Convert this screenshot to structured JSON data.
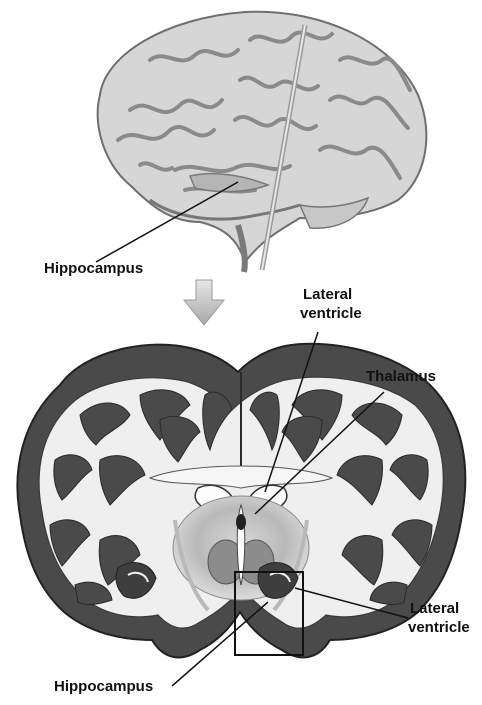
{
  "labels": {
    "hippocampus_top": "Hippocampus",
    "lateral_ventricle_top_1": "Lateral",
    "lateral_ventricle_top_2": "ventricle",
    "thalamus": "Thalamus",
    "lateral_ventricle_bottom_1": "Lateral",
    "lateral_ventricle_bottom_2": "ventricle",
    "hippocampus_bottom": "Hippocampus"
  }
}
